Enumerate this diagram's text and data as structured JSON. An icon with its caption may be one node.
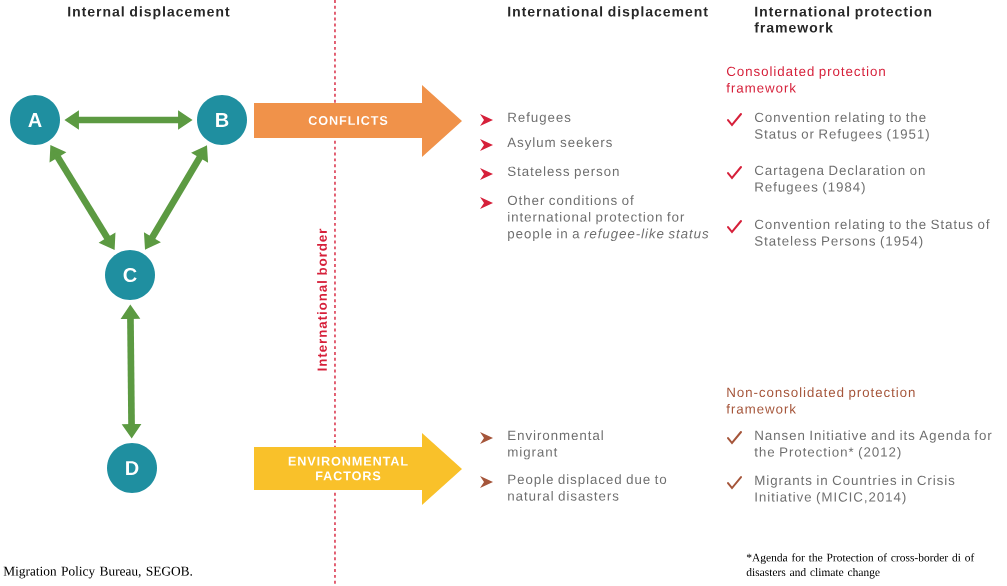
{
  "diagram": {
    "nodes": [
      {
        "text": [
          "A"
        ]
      },
      {
        "text": [
          "B"
        ]
      },
      {
        "text": [
          "CONFLICTS"
        ]
      },
      {
        "text": [
          "C"
        ]
      },
      {
        "text": [
          "ENVIRONMENTAL FACTORS"
        ]
      },
      {
        "text": [
          "D"
        ]
      }
    ],
    "edges": [
      {
        "from": 0,
        "to": 1,
        "arrow": "both"
      },
      {
        "from": 0,
        "to": 3,
        "arrow": "both"
      },
      {
        "from": 1,
        "to": 3,
        "arrow": "both"
      },
      {
        "from": 3,
        "to": 5,
        "arrow": "both"
      }
    ],
    "labels": [
      "Internal displacement",
      "International displacement",
      "International protection framework",
      "Consolidated protection framework",
      "International border",
      "Refugees",
      "Convention relating to the Status or Refugees (1951)",
      "Asylum seekers",
      "Stateless person",
      "Cartagena Declaration on Refugees (1984)",
      "Other conditions of international protection for people in a *refugee-like status*",
      "Convention relating to the Status of Stateless Persons (1954)",
      "Non-consolidated protection framework",
      "Environmental migrant",
      "Nansen Initiative and its Agenda for the Protection* (2012)",
      "People displaced due to natural disasters",
      "Migrants in Countries in Crisis Initiative (MICIC,2014)",
      "*Agenda for the Protection of cross-border di of disasters and climate change",
      "Migration Policy Bureau, SEGOB."
    ]
  }
}
